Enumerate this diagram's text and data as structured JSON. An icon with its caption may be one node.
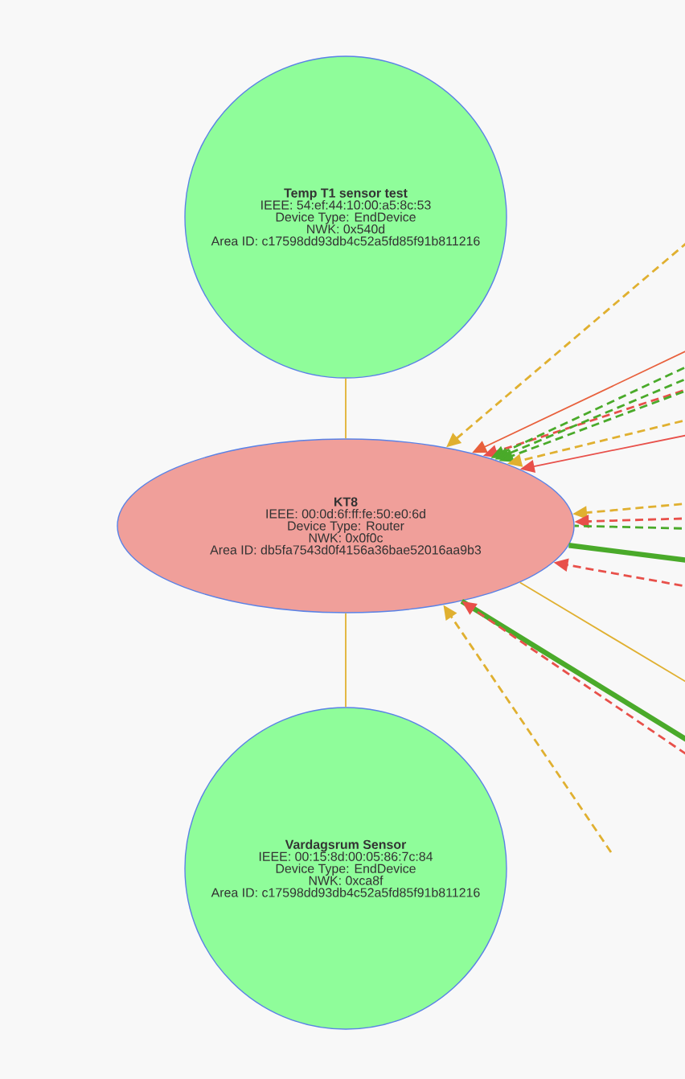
{
  "diagram": {
    "nodes": [
      {
        "text": [
          "Temp T1 sensor test",
          "IEEE: 54:ef:44:10:00:a5:8c:53",
          "Device Type: EndDevice",
          "NWK: 0x540d",
          "Area ID: c17598dd93db4c52a5fd85f91b811216"
        ]
      },
      {
        "text": [
          "KT8",
          "IEEE: 00:0d:6f:ff:fe:50:e0:6d",
          "Device Type: Router",
          "NWK: 0x0f0c",
          "Area ID: db5fa7543d0f4156a36bae52016aa9b3"
        ]
      },
      {
        "text": [
          "Vardagsrum Sensor",
          "IEEE: 00:15:8d:00:05:86:7c:84",
          "Device Type: EndDevice",
          "NWK: 0xca8f",
          "Area ID: c17598dd93db4c52a5fd85f91b811216"
        ]
      }
    ],
    "edges": [
      {
        "from": 0,
        "to": 1,
        "arrow": "none"
      },
      {
        "from": 1,
        "to": 2,
        "arrow": "none"
      },
      {
        "from": null,
        "to": 1,
        "arrow": "to",
        "style": "dashed"
      },
      {
        "from": null,
        "to": 1,
        "arrow": "to",
        "color": "#e8603c"
      },
      {
        "from": null,
        "to": 1,
        "arrow": "to",
        "style": "dashed",
        "color": "#e8504a"
      },
      {
        "from": null,
        "to": 1,
        "arrow": "to",
        "style": "dashed",
        "color": "#4aaa2a"
      },
      {
        "from": null,
        "to": 1,
        "arrow": "to",
        "style": "dashed",
        "color": "#4aaa2a"
      },
      {
        "from": null,
        "to": 1,
        "arrow": "to",
        "style": "dashed",
        "color": "#4aaa2a"
      },
      {
        "from": null,
        "to": 1,
        "arrow": "to",
        "style": "dashed"
      },
      {
        "from": null,
        "to": 1,
        "arrow": "to",
        "color": "#e8504a"
      },
      {
        "from": null,
        "to": 1,
        "arrow": "to",
        "style": "dashed"
      },
      {
        "from": null,
        "to": 1,
        "arrow": "to",
        "style": "dashed",
        "color": "#e8504a"
      },
      {
        "from": null,
        "to": 1,
        "arrow": "none",
        "style": "dashed",
        "color": "#4aaa2a"
      },
      {
        "from": null,
        "to": 1,
        "arrow": "none",
        "style": "thick",
        "color": "#4aaa2a"
      },
      {
        "from": null,
        "to": 1,
        "arrow": "to",
        "style": "dashed",
        "color": "#e8504a"
      },
      {
        "from": null,
        "to": 1,
        "arrow": "none"
      },
      {
        "from": null,
        "to": 1,
        "arrow": "none",
        "style": "thick",
        "color": "#4aaa2a"
      },
      {
        "from": null,
        "to": 1,
        "arrow": "to",
        "style": "dashed",
        "color": "#e8504a"
      },
      {
        "from": null,
        "to": 1,
        "arrow": "to",
        "style": "dashed"
      }
    ]
  }
}
